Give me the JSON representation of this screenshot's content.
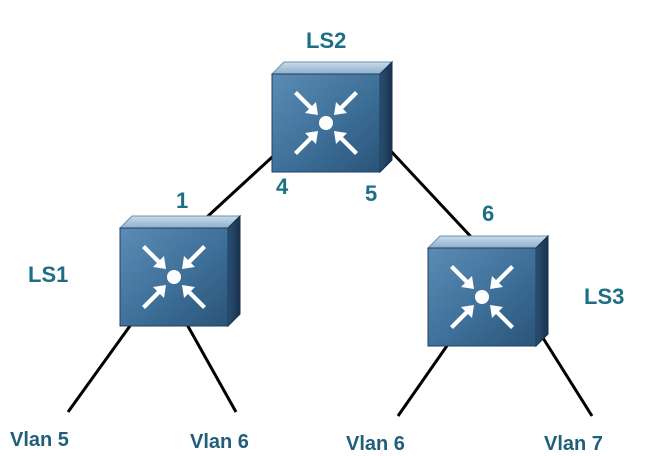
{
  "switches": {
    "ls1": {
      "label": "LS1"
    },
    "ls2": {
      "label": "LS2"
    },
    "ls3": {
      "label": "LS3"
    }
  },
  "ports": {
    "ls1_up": "1",
    "ls2_left": "4",
    "ls2_right": "5",
    "ls3_up": "6"
  },
  "vlans": {
    "ls1_left": "Vlan 5",
    "ls1_right": "Vlan 6",
    "ls3_left": "Vlan 6",
    "ls3_right": "Vlan 7"
  },
  "colors": {
    "switch_front": "#3d6f98",
    "switch_top": "#a8c4dc",
    "switch_side": "#1f3f5f",
    "arrow": "#ffffff",
    "link": "#000000",
    "text": "#1c6f84"
  },
  "icons": {
    "switch": "layer3-switch-icon"
  }
}
